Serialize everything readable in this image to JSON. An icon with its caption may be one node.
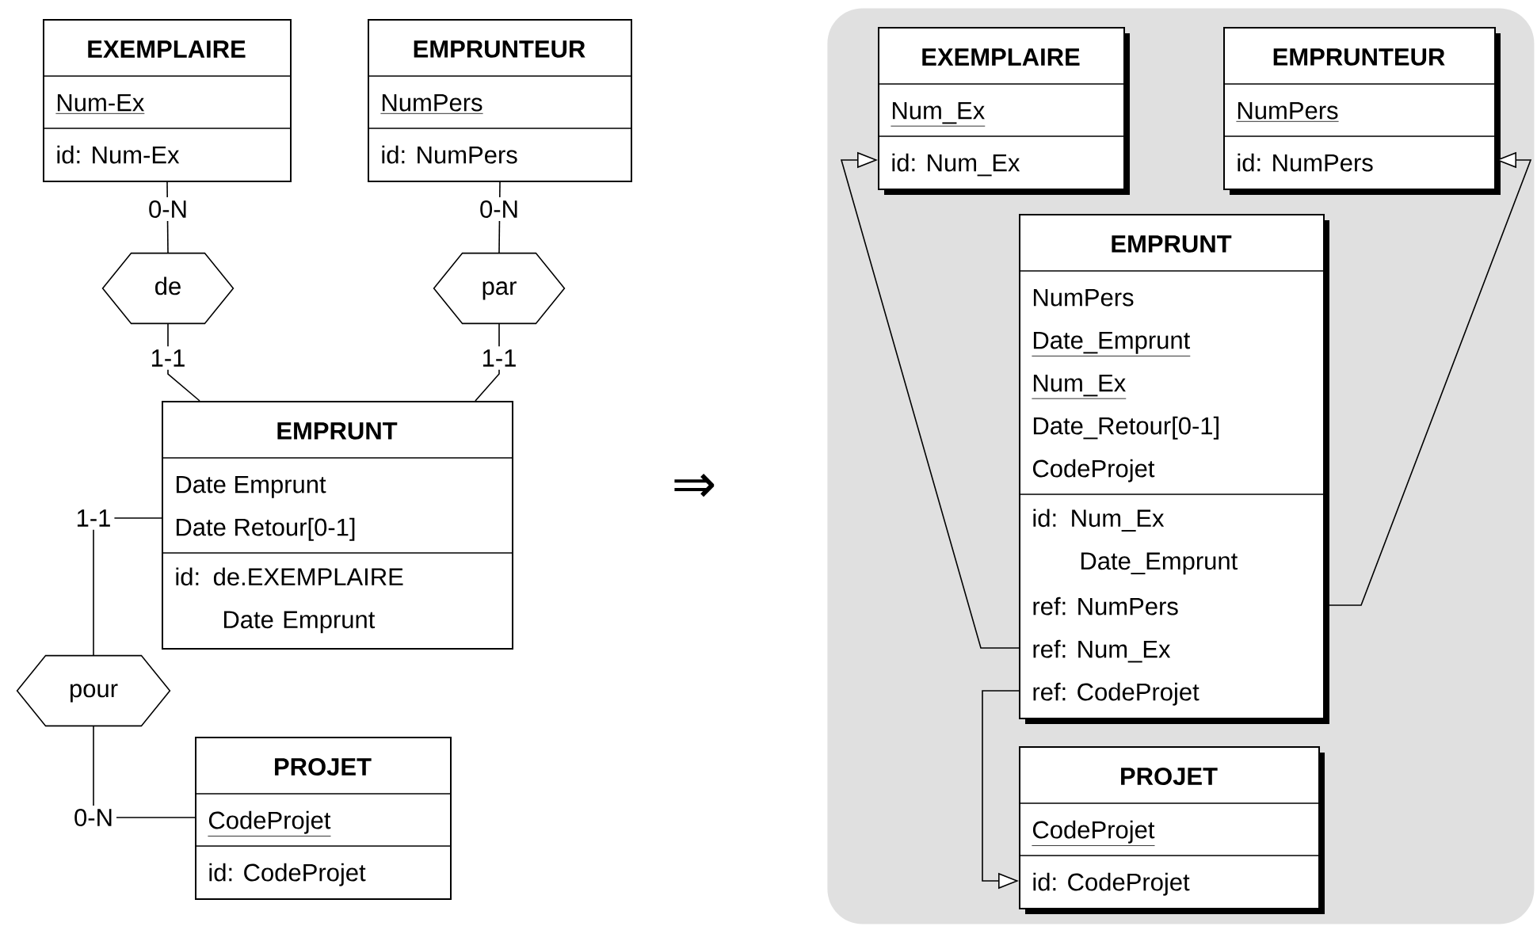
{
  "diagram": {
    "nodes": [
      {
        "text": [
          "EXEMPLAIRE",
          "Num-Ex",
          "id: Num-Ex"
        ]
      },
      {
        "text": [
          "EMPRUNTEUR",
          "NumPers",
          "id: NumPers"
        ]
      },
      {
        "text": [
          "de"
        ]
      },
      {
        "text": [
          "par"
        ]
      },
      {
        "text": [
          "EMPRUNT",
          "Date Emprunt",
          "Date Retour[0-1]",
          "id: de.EXEMPLAIRE Date Emprunt"
        ]
      },
      {
        "text": [
          "pour"
        ]
      },
      {
        "text": [
          "PROJET",
          "CodeProjet",
          "id: CodeProjet"
        ]
      },
      {
        "text": [],
        "shape": "box"
      },
      {
        "text": [
          "EXEMPLAIRE",
          "Num_Ex",
          "id: Num_Ex"
        ],
        "in": 7
      },
      {
        "text": [
          "EMPRUNTEUR",
          "NumPers",
          "id: NumPers"
        ],
        "in": 7
      },
      {
        "text": [
          "EMPRUNT",
          "NumPers",
          "Date_Emprunt",
          "Num_Ex",
          "Date_Retour[0-1]",
          "CodeProjet",
          "id: Num_Ex Date_Emprunt",
          "ref: NumPers",
          "ref: Num_Ex",
          "ref: CodeProjet"
        ],
        "in": 7
      },
      {
        "text": [
          "PROJET",
          "CodeProjet",
          "id: CodeProjet"
        ],
        "in": 7
      }
    ],
    "edges": [
      {
        "from": 0,
        "to": 2,
        "label": "0-N",
        "arrow": "none"
      },
      {
        "from": 2,
        "to": 4,
        "label": "1-1",
        "arrow": "none"
      },
      {
        "from": 1,
        "to": 3,
        "label": "0-N",
        "arrow": "none"
      },
      {
        "from": 3,
        "to": 4,
        "label": "1-1",
        "arrow": "none"
      },
      {
        "from": 4,
        "to": 5,
        "label": "1-1",
        "arrow": "none"
      },
      {
        "from": 5,
        "to": 6,
        "label": "0-N",
        "arrow": "none"
      },
      {
        "from": 10,
        "to": 8,
        "arrow": "to"
      },
      {
        "from": 10,
        "to": 9,
        "arrow": "to"
      },
      {
        "from": 10,
        "to": 11,
        "arrow": "to"
      }
    ],
    "labels": [
      "⇒"
    ]
  }
}
